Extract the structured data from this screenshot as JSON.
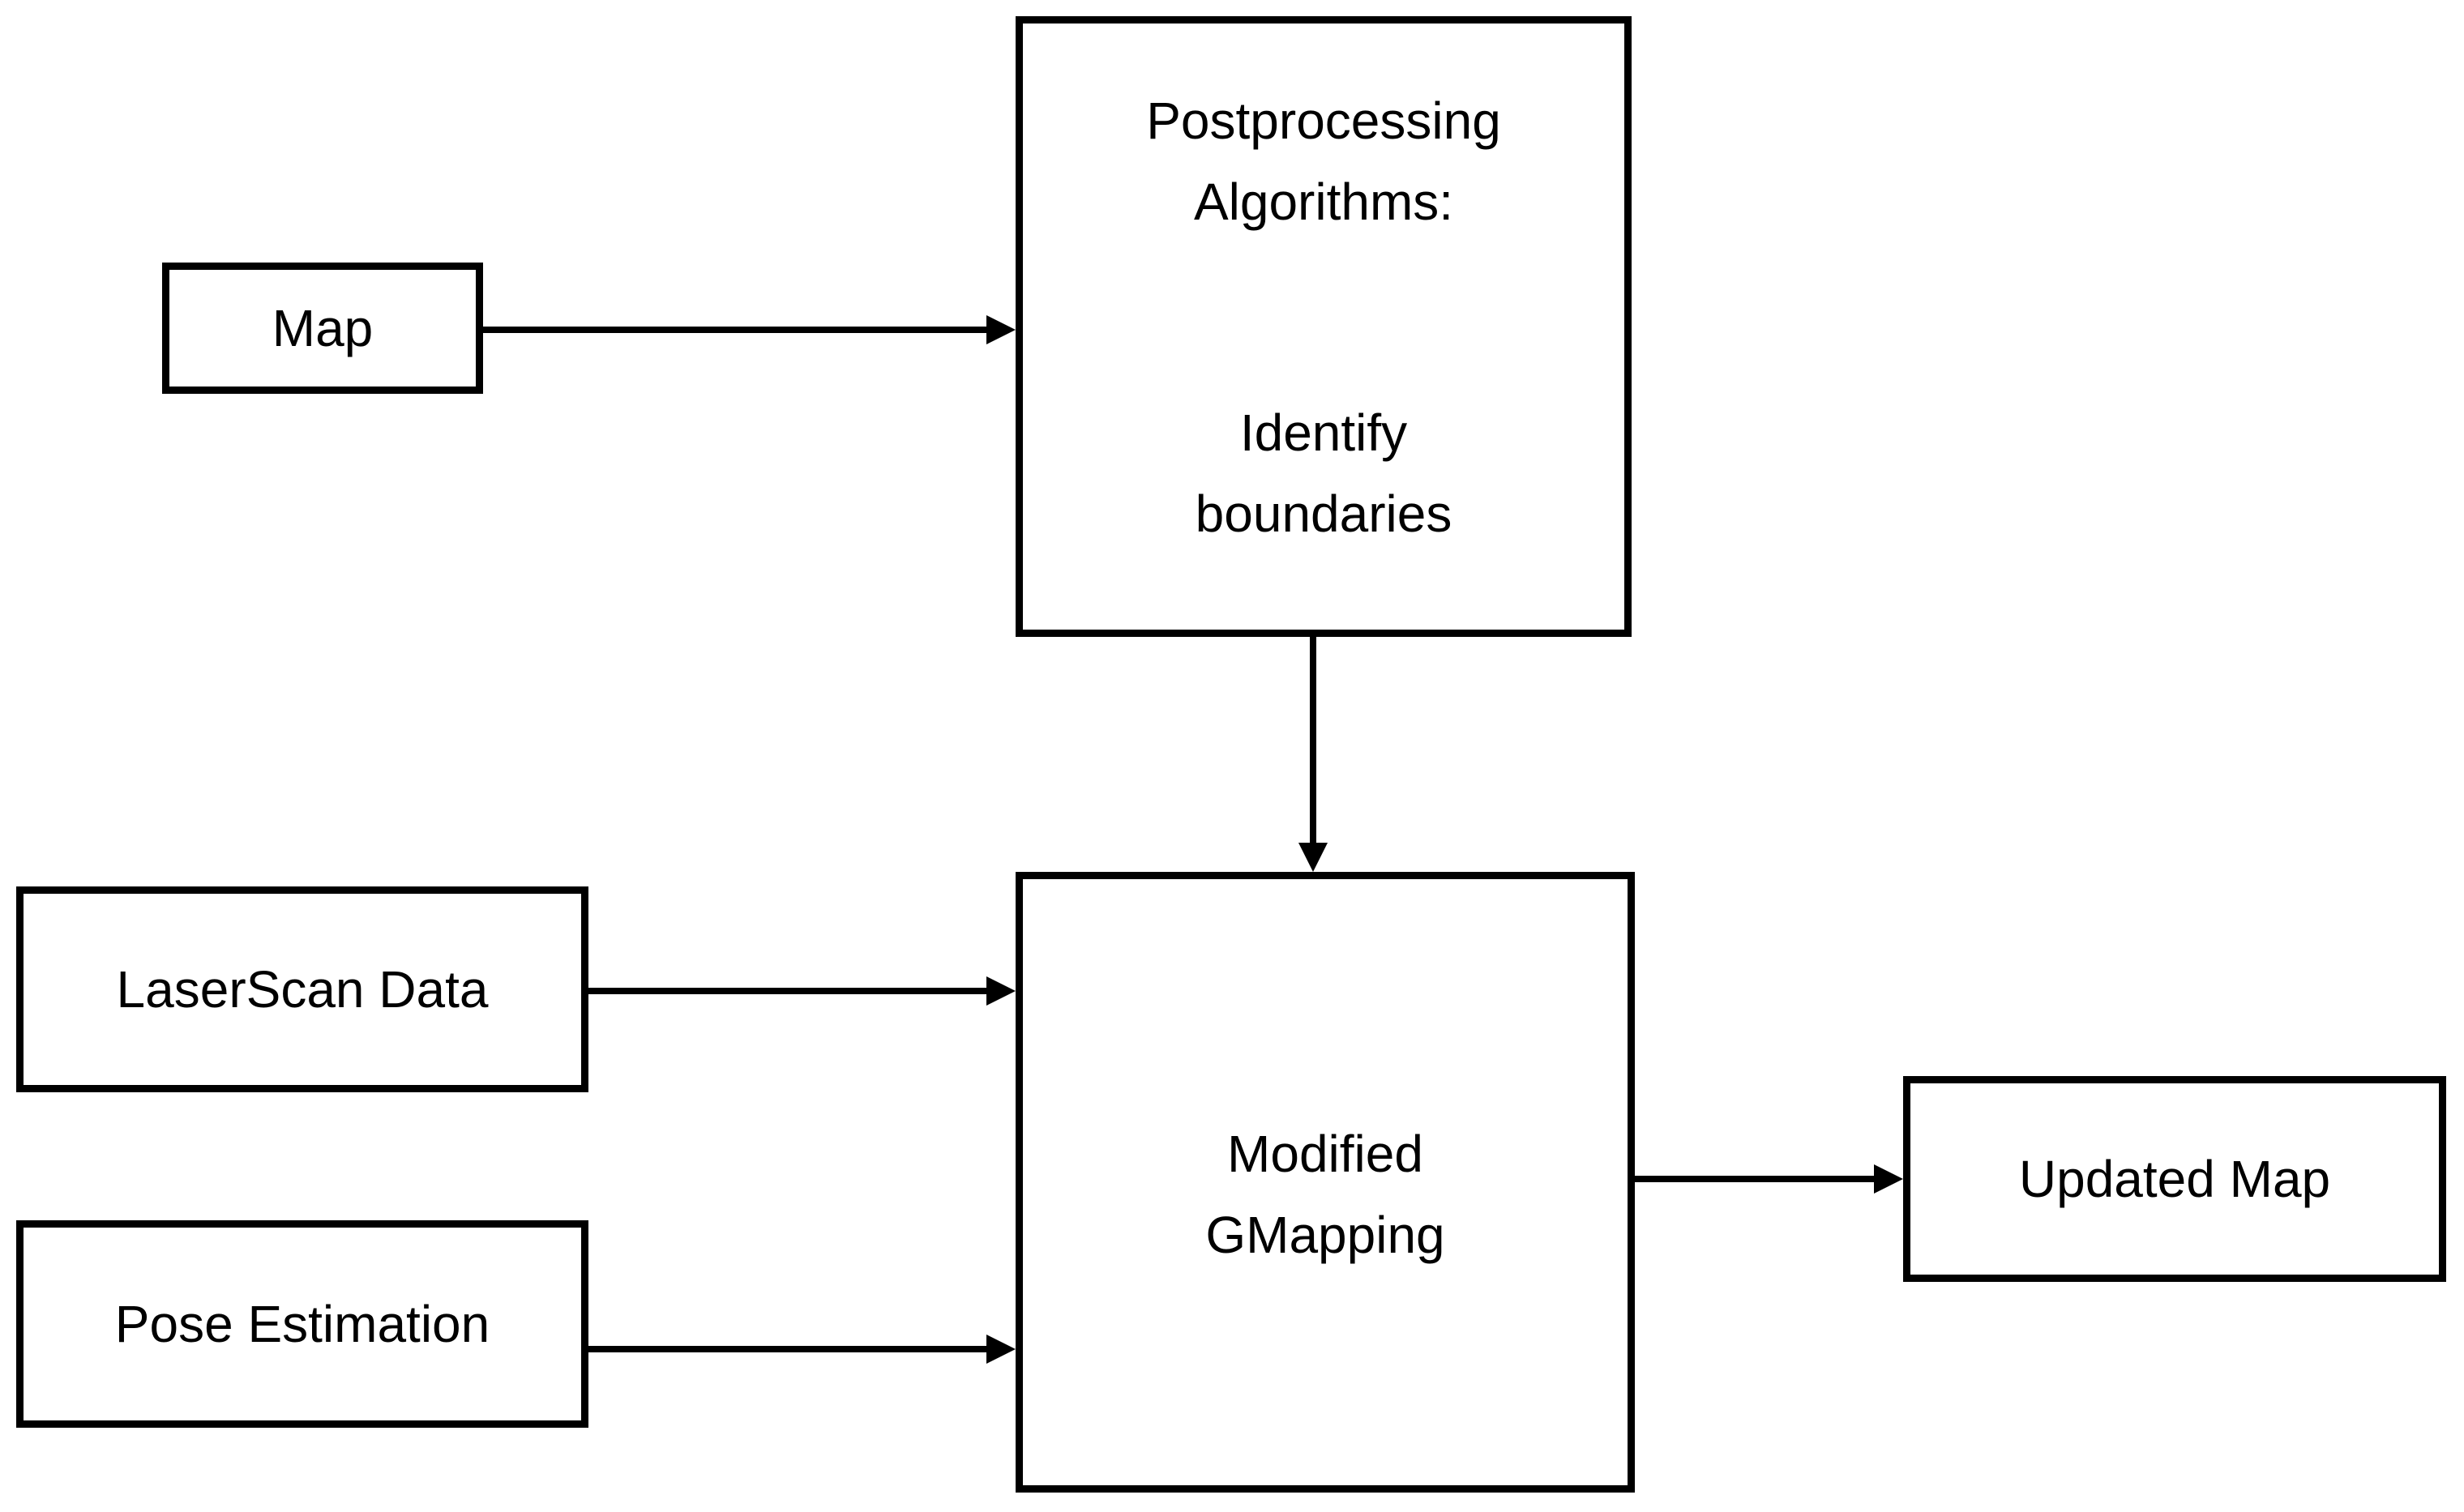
{
  "figure": {
    "type": "flowchart",
    "background_color": "#ffffff",
    "line_color": "#000000",
    "text_color": "#000000",
    "nodes": {
      "map": {
        "label": "Map"
      },
      "postprocessing": {
        "line1": "Postprocessing",
        "line2": "Algorithms:",
        "line3": "Identify",
        "line4": "boundaries"
      },
      "laserscan": {
        "label": "LaserScan Data"
      },
      "pose": {
        "label": "Pose Estimation"
      },
      "gmapping": {
        "line1": "Modified",
        "line2": "GMapping"
      },
      "updated_map": {
        "label": "Updated Map"
      }
    },
    "edges": [
      {
        "from": "Map",
        "to": "Postprocessing Algorithms: Identify boundaries"
      },
      {
        "from": "Postprocessing Algorithms: Identify boundaries",
        "to": "Modified GMapping"
      },
      {
        "from": "LaserScan Data",
        "to": "Modified GMapping"
      },
      {
        "from": "Pose Estimation",
        "to": "Modified GMapping"
      },
      {
        "from": "Modified GMapping",
        "to": "Updated Map"
      }
    ]
  }
}
